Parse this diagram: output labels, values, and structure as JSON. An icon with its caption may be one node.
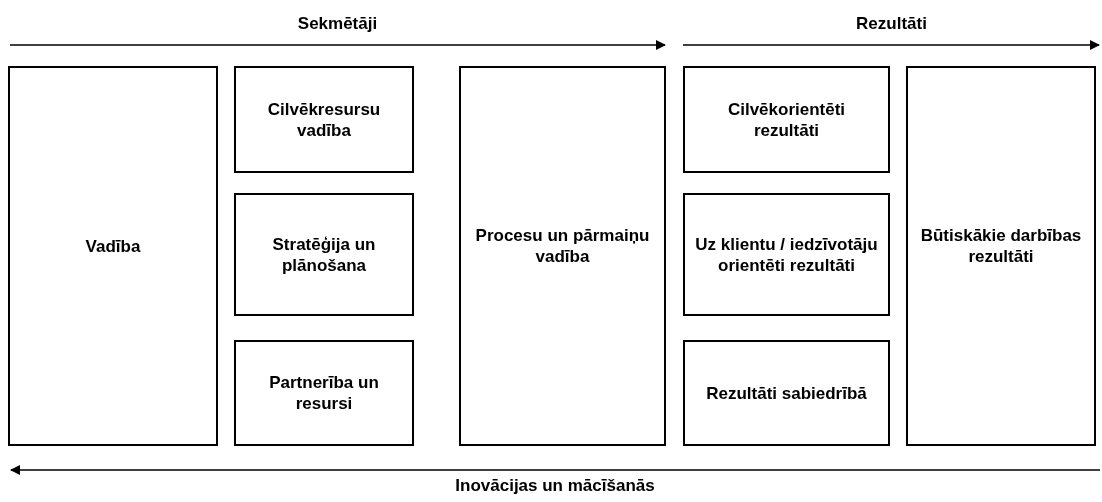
{
  "diagram": {
    "nodes": [
      {
        "text": [
          "Vadība"
        ]
      },
      {
        "text": [
          "Cilvēkresursu vadība"
        ]
      },
      {
        "text": [
          "Stratēģija un plānošana"
        ]
      },
      {
        "text": [
          "Partnerība un resursi"
        ]
      },
      {
        "text": [
          "Procesu un pārmaiņu vadība"
        ]
      },
      {
        "text": [
          "Cilvēkorientēti rezultāti"
        ]
      },
      {
        "text": [
          "Uz klientu / iedzīvotāju orientēti rezultāti"
        ]
      },
      {
        "text": [
          "Rezultāti sabiedrībā"
        ]
      },
      {
        "text": [
          "Būtiskākie darbības rezultāti"
        ]
      }
    ],
    "labels": [
      "Sekmētāji",
      "Rezultāti",
      "Inovācijas un mācīšanās"
    ]
  }
}
